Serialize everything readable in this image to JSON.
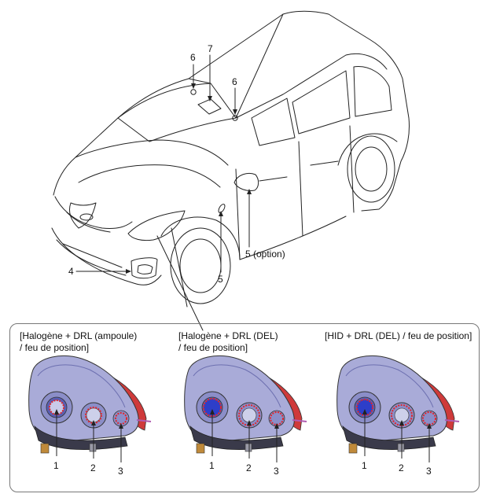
{
  "callouts": {
    "c4": "4",
    "c5": "5",
    "c5_option": "5 (option)",
    "c6_left": "6",
    "c6_right": "6",
    "c7": "7"
  },
  "variants": [
    {
      "caption_line1": "[Halogène + DRL (ampoule)",
      "caption_line2": "/ feu de position]",
      "n1": "1",
      "n2": "2",
      "n3": "3"
    },
    {
      "caption_line1": "[Halogène + DRL (DEL)",
      "caption_line2": "/ feu de position]",
      "n1": "1",
      "n2": "2",
      "n3": "3"
    },
    {
      "caption_line1": "[HID + DRL (DEL) / feu de position]",
      "caption_line2": "",
      "n1": "1",
      "n2": "2",
      "n3": "3"
    }
  ],
  "colors": {
    "line": "#222222",
    "headlamp_housing": "#a9abd8",
    "headlamp_amber": "#cf3a3a",
    "highlight_ring": "#e0262a",
    "bulb_blue": "#2d3ec9",
    "connector": "#c08a3a"
  }
}
